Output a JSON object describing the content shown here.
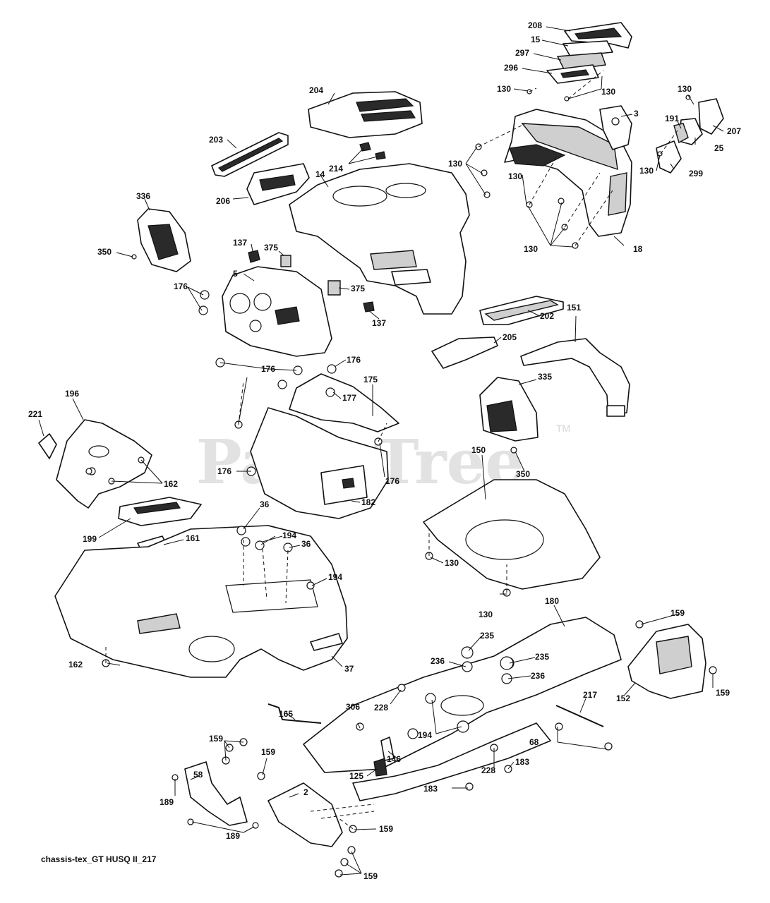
{
  "watermark": {
    "text": "PartsTree",
    "tm": "TM"
  },
  "caption": "chassis-tex_GT HUSQ II_217",
  "callouts": {
    "c208": "208",
    "c15": "15",
    "c297": "297",
    "c296": "296",
    "c130": "130",
    "c3": "3",
    "c191": "191",
    "c25": "25",
    "c207": "207",
    "c299": "299",
    "c204": "204",
    "c203": "203",
    "c214": "214",
    "c14": "14",
    "c206": "206",
    "c336": "336",
    "c350": "350",
    "c137": "137",
    "c375": "375",
    "c5": "5",
    "c176": "176",
    "c18": "18",
    "c202": "202",
    "c151": "151",
    "c205": "205",
    "c175": "175",
    "c177": "177",
    "c335": "335",
    "c196": "196",
    "c221": "221",
    "c162": "162",
    "c182": "182",
    "c150": "150",
    "c199": "199",
    "c161": "161",
    "c36": "36",
    "c194": "194",
    "c37": "37",
    "c180": "180",
    "c159": "159",
    "c235": "235",
    "c236": "236",
    "c228": "228",
    "c306": "306",
    "c152": "152",
    "c217": "217",
    "c165": "165",
    "c68": "68",
    "c146": "146",
    "c125": "125",
    "c183": "183",
    "c58": "58",
    "c189": "189",
    "c2": "2"
  },
  "colors": {
    "ink": "#111111",
    "paper": "#ffffff",
    "watermark": "#e2e2e2"
  }
}
